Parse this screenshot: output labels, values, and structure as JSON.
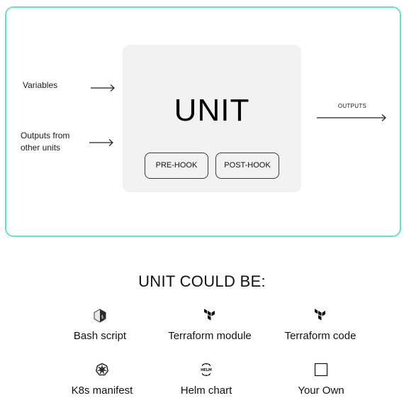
{
  "diagram": {
    "inputs": [
      {
        "label": "Variables"
      },
      {
        "label_line1": "Outputs from",
        "label_line2": "other units"
      }
    ],
    "unit": {
      "title": "UNIT",
      "pre_hook": "PRE-HOOK",
      "post_hook": "POST-HOOK"
    },
    "outputs_label": "OUTPUTS",
    "frame_color": "#5fe3cf",
    "card_color": "#f2f2f2"
  },
  "could_be": {
    "heading": "UNIT COULD BE:",
    "options": [
      {
        "label": "Bash script",
        "icon": "bash-icon"
      },
      {
        "label": "Terraform module",
        "icon": "terraform-icon"
      },
      {
        "label": "Terraform code",
        "icon": "terraform-icon"
      },
      {
        "label": "K8s manifest",
        "icon": "kubernetes-icon"
      },
      {
        "label": "Helm chart",
        "icon": "helm-icon",
        "icon_text": "HELM"
      },
      {
        "label": "Your Own",
        "icon": "empty-square-icon"
      }
    ]
  }
}
